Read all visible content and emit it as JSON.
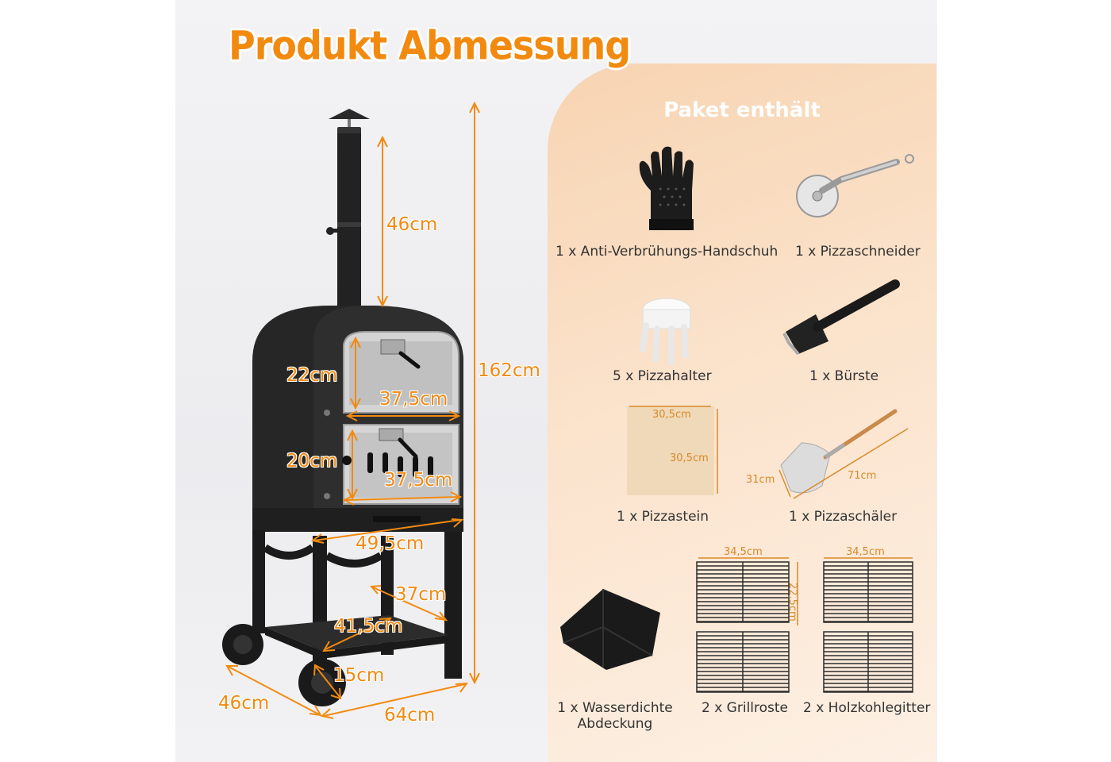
{
  "title": "Produkt Abmessung",
  "package_title": "Paket enthält",
  "dimensions": {
    "total_height": "162cm",
    "chimney": "46cm",
    "upper_height": "22cm",
    "upper_width": "37,5cm",
    "lower_height": "20cm",
    "lower_width": "37,5cm",
    "body_width": "49,5cm",
    "shelf_depth": "37cm",
    "shelf_width": "41,5cm",
    "wheel": "15cm",
    "depth": "46cm",
    "width": "64cm"
  },
  "items": [
    {
      "label": "1 x Anti-Verbrühungs-Handschuh",
      "icon": "glove-icon"
    },
    {
      "label": "1 x Pizzaschneider",
      "icon": "pizza-cutter-icon"
    },
    {
      "label": "5 x Pizzahalter",
      "icon": "pizza-holder-icon"
    },
    {
      "label": "1 x Bürste",
      "icon": "brush-icon"
    },
    {
      "label": "1 x Pizzastein",
      "icon": "pizza-stone-icon"
    },
    {
      "label": "1 x Pizzaschäler",
      "icon": "pizza-peel-icon"
    },
    {
      "label": "1 x Wasserdichte",
      "label2": "Abdeckung",
      "icon": "cover-icon"
    },
    {
      "label": "2 x Grillroste",
      "icon": "grill-grate-icon"
    },
    {
      "label": "2 x Holzkohlegitter",
      "icon": "charcoal-grate-icon"
    }
  ],
  "item_dims": {
    "stone_w": "30,5cm",
    "stone_h": "30,5cm",
    "peel_w": "31cm",
    "peel_l": "71cm",
    "grate_w": "34,5cm",
    "grate_h": "22,5cm",
    "charcoal_w": "34,5cm"
  },
  "colors": {
    "accent": "#f28a10",
    "oven": "#2a2a2a",
    "steel": "#c9c9c9",
    "stone": "#efd9b8"
  }
}
